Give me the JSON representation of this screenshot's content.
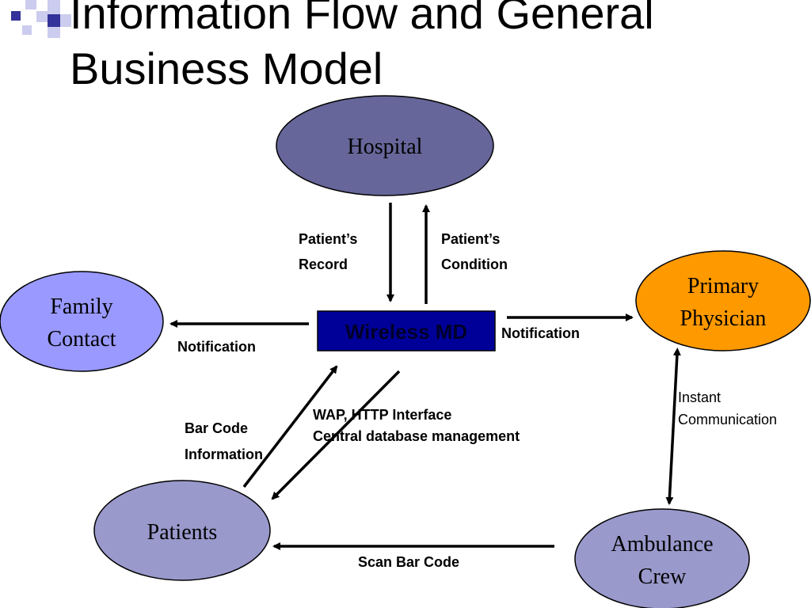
{
  "slide": {
    "title_line1": "Information Flow and General",
    "title_line2": "Business Model"
  },
  "nodes": {
    "hospital": "Hospital",
    "family_line1": "Family",
    "family_line2": "Contact",
    "physician_line1": "Primary",
    "physician_line2": "Physician",
    "patients": "Patients",
    "ambulance_line1": "Ambulance",
    "ambulance_line2": "Crew",
    "wireless": "Wireless MD"
  },
  "edges": {
    "record_line1": "Patient’s",
    "record_line2": "Record",
    "condition_line1": "Patient’s",
    "condition_line2": "Condition",
    "notify_family": "Notification",
    "notify_physician": "Notification",
    "instant_line1": "Instant",
    "instant_line2": "Communication",
    "wap_line1": "WAP, HTTP Interface",
    "wap_line2": "Central database management",
    "barcode_line1": "Bar Code",
    "barcode_line2": "Information",
    "scan": "Scan Bar Code"
  },
  "colors": {
    "hospital_fill": "#66669a",
    "family_fill": "#9999ff",
    "physician_fill": "#ff9900",
    "patients_fill": "#9999cc",
    "ambulance_fill": "#9999cc",
    "wireless_fill": "#000099",
    "deco_dark": "#333399",
    "deco_light": "#ccccee"
  }
}
